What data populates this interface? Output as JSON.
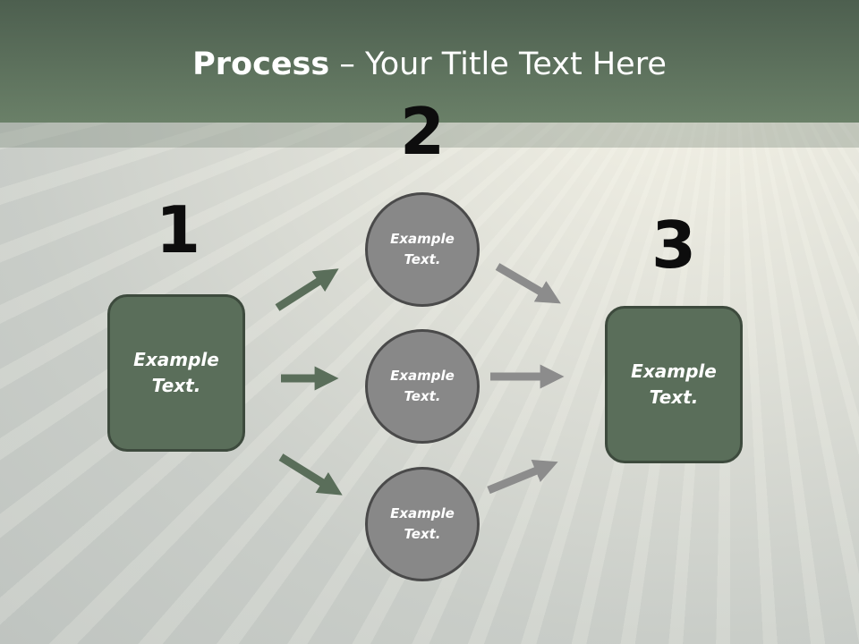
{
  "title": {
    "bold": "Process",
    "rest": " – Your Title Text Here"
  },
  "steps": [
    {
      "number": "1",
      "text": [
        "Example",
        "Text."
      ]
    },
    {
      "number": "2",
      "items": [
        {
          "text": [
            "Example",
            "Text."
          ]
        },
        {
          "text": [
            "Example",
            "Text."
          ]
        },
        {
          "text": [
            "Example",
            "Text."
          ]
        }
      ]
    },
    {
      "number": "3",
      "text": [
        "Example",
        "Text."
      ]
    }
  ],
  "colors": {
    "title_bar": "#5b6e5b",
    "box_fill": "#5a6e5a",
    "circle_fill": "#888888",
    "green_arrow": "#5a6e5a",
    "gray_arrow": "#8c8c8c"
  }
}
